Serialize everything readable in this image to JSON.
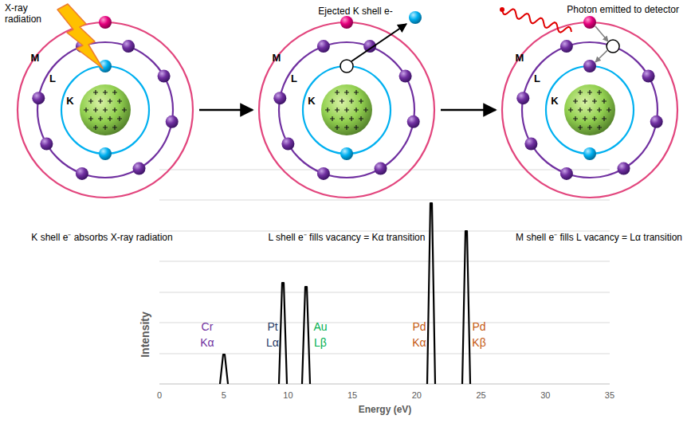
{
  "diagram": {
    "nodes": [
      {
        "text": [
          "M",
          "L",
          "K"
        ]
      },
      {
        "text": [
          "M",
          "L",
          "K"
        ]
      },
      {
        "text": [
          "M",
          "L",
          "K"
        ]
      }
    ],
    "edges": [
      {
        "from": 0,
        "to": 1,
        "arrow": "to"
      },
      {
        "from": 1,
        "to": 2,
        "arrow": "to"
      }
    ],
    "labels": [
      "X-ray radiation",
      "Ejected K shell e-",
      "Photon emitted to detector",
      "K shell e⁻ absorbs X-ray radiation",
      "L shell e⁻ fills vacancy = Kα transition",
      "M shell e⁻ fills L vacancy = Lα transition",
      "Intensity",
      "0",
      "5",
      "10",
      "15",
      "20",
      "25",
      "30",
      "35",
      "Cr",
      "Kα",
      "Pt",
      "Lα",
      "Au",
      "Lβ",
      "Pd",
      "Kα",
      "Pd",
      "Kβ",
      "Energy (eV)"
    ]
  }
}
